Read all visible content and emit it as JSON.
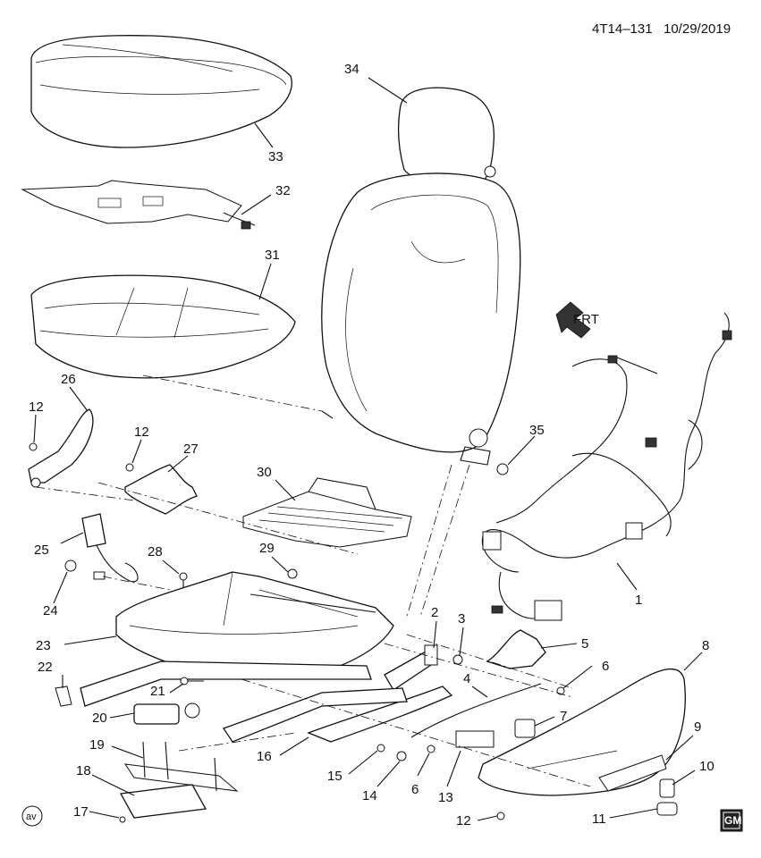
{
  "header": {
    "code": "4T14–131",
    "date": "10/29/2019"
  },
  "direction_marker": {
    "text": "FRT"
  },
  "footer": {
    "stamp": "av",
    "logo": "GM"
  },
  "callouts": [
    {
      "id": "c34",
      "text": "34"
    },
    {
      "id": "c33",
      "text": "33"
    },
    {
      "id": "c32",
      "text": "32"
    },
    {
      "id": "c31",
      "text": "31"
    },
    {
      "id": "c26",
      "text": "26"
    },
    {
      "id": "c12a",
      "text": "12"
    },
    {
      "id": "c12b",
      "text": "12"
    },
    {
      "id": "c27",
      "text": "27"
    },
    {
      "id": "c30",
      "text": "30"
    },
    {
      "id": "c35",
      "text": "35"
    },
    {
      "id": "c25",
      "text": "25"
    },
    {
      "id": "c28",
      "text": "28"
    },
    {
      "id": "c29",
      "text": "29"
    },
    {
      "id": "c24",
      "text": "24"
    },
    {
      "id": "c1",
      "text": "1"
    },
    {
      "id": "c23",
      "text": "23"
    },
    {
      "id": "c2",
      "text": "2"
    },
    {
      "id": "c3",
      "text": "3"
    },
    {
      "id": "c5",
      "text": "5"
    },
    {
      "id": "c8",
      "text": "8"
    },
    {
      "id": "c22",
      "text": "22"
    },
    {
      "id": "c21",
      "text": "21"
    },
    {
      "id": "c6a",
      "text": "6"
    },
    {
      "id": "c4",
      "text": "4"
    },
    {
      "id": "c20",
      "text": "20"
    },
    {
      "id": "c7",
      "text": "7"
    },
    {
      "id": "c9",
      "text": "9"
    },
    {
      "id": "c19",
      "text": "19"
    },
    {
      "id": "c16",
      "text": "16"
    },
    {
      "id": "c15",
      "text": "15"
    },
    {
      "id": "c14",
      "text": "14"
    },
    {
      "id": "c6b",
      "text": "6"
    },
    {
      "id": "c13",
      "text": "13"
    },
    {
      "id": "c10",
      "text": "10"
    },
    {
      "id": "c18",
      "text": "18"
    },
    {
      "id": "c17",
      "text": "17"
    },
    {
      "id": "c12c",
      "text": "12"
    },
    {
      "id": "c11",
      "text": "11"
    }
  ]
}
